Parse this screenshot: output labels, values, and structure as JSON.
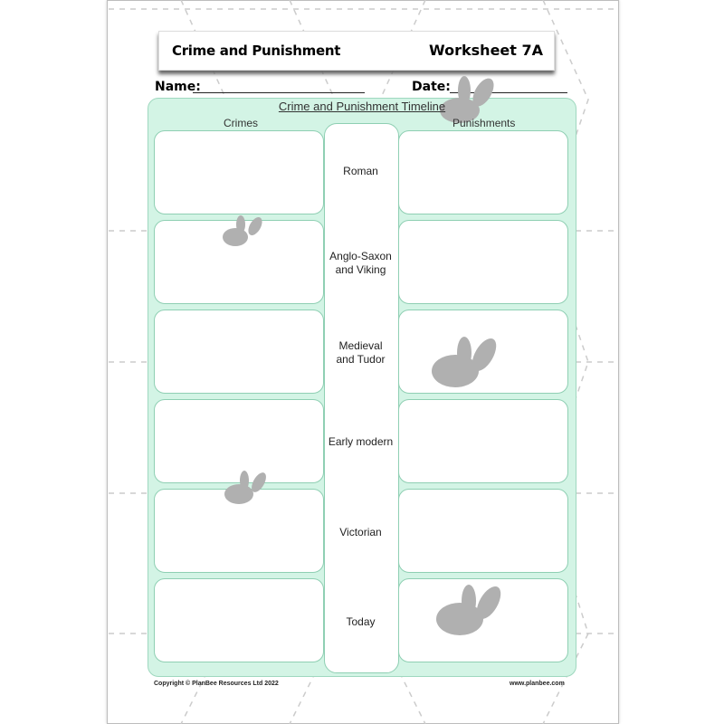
{
  "header": {
    "title": "Crime and Punishment",
    "worksheet": "Worksheet 7A"
  },
  "fields": {
    "name_label": "Name:",
    "date_label": "Date:"
  },
  "timeline": {
    "title": "Crime and Punishment Timeline",
    "left_heading": "Crimes",
    "right_heading": "Punishments",
    "periods": [
      "Roman",
      "Anglo-Saxon and Viking",
      "Medieval and Tudor",
      "Early modern",
      "Victorian",
      "Today"
    ]
  },
  "footer": {
    "copyright": "Copyright © PlanBee Resources Ltd 2022",
    "website": "www.planbee.com"
  },
  "colors": {
    "panel": "#d3f4e5",
    "border": "#8fcfb3",
    "bee": "#b0b0b0"
  }
}
